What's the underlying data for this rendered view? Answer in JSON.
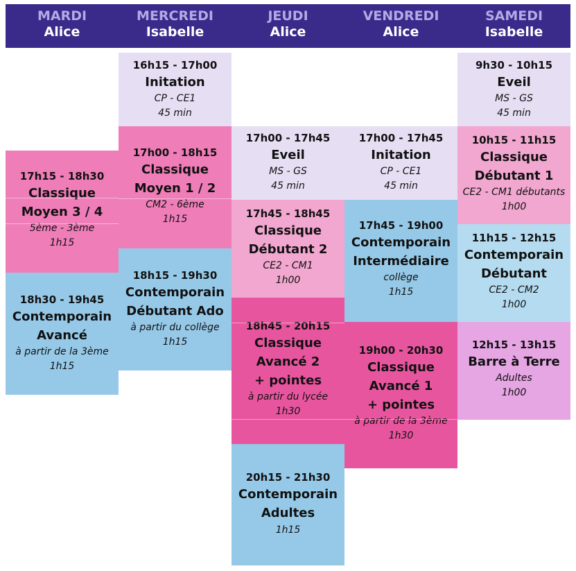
{
  "days": [
    {
      "day": "MARDI",
      "teacher": "Alice"
    },
    {
      "day": "MERCREDI",
      "teacher": "Isabelle"
    },
    {
      "day": "JEUDI",
      "teacher": "Alice"
    },
    {
      "day": "VENDREDI",
      "teacher": "Alice"
    },
    {
      "day": "SAMEDI",
      "teacher": "Isabelle"
    }
  ],
  "mardi": {
    "c1": {
      "time": "17h15 - 18h30",
      "title1": "Classique",
      "title2": "Moyen 3 / 4",
      "level": "5ème - 3ème",
      "duration": "1h15"
    },
    "c2": {
      "time": "18h30 - 19h45",
      "title1": "Contemporain",
      "title2": "Avancé",
      "level": "à partir de la 3ème",
      "duration": "1h15"
    }
  },
  "mercredi": {
    "c1": {
      "time": "16h15 - 17h00",
      "title1": "Initation",
      "level": "CP - CE1",
      "duration": "45 min"
    },
    "c2": {
      "time": "17h00 - 18h15",
      "title1": "Classique",
      "title2": "Moyen 1 / 2",
      "level": "CM2 - 6ème",
      "duration": "1h15"
    },
    "c3": {
      "time": "18h15 - 19h30",
      "title1": "Contemporain",
      "title2": "Débutant Ado",
      "level": "à partir du collège",
      "duration": "1h15"
    }
  },
  "jeudi": {
    "c1": {
      "time": "17h00 - 17h45",
      "title1": "Eveil",
      "level": "MS - GS",
      "duration": "45 min"
    },
    "c2": {
      "time": "17h45 - 18h45",
      "title1": "Classique",
      "title2": "Débutant 2",
      "level": "CE2 - CM1",
      "duration": "1h00"
    },
    "c3": {
      "time": "18h45 - 20h15",
      "title1": "Classique",
      "title2": "Avancé 2",
      "title3": "+ pointes",
      "level": "à partir du lycée",
      "duration": "1h30"
    },
    "c4": {
      "time": "20h15 - 21h30",
      "title1": "Contemporain",
      "title2": "Adultes",
      "duration": "1h15"
    }
  },
  "vendredi": {
    "c1": {
      "time": "17h00 - 17h45",
      "title1": "Initation",
      "level": "CP - CE1",
      "duration": "45 min"
    },
    "c2": {
      "time": "17h45 - 19h00",
      "title1": "Contemporain",
      "title2": "Intermédiaire",
      "level": "collège",
      "duration": "1h15"
    },
    "c3": {
      "time": "19h00 - 20h30",
      "title1": "Classique",
      "title2": "Avancé 1",
      "title3": "+ pointes",
      "level": "à partir de la 3ème",
      "duration": "1h30"
    }
  },
  "samedi": {
    "c1": {
      "time": "9h30 - 10h15",
      "title1": "Eveil",
      "level": "MS - GS",
      "duration": "45 min"
    },
    "c2": {
      "time": "10h15 - 11h15",
      "title1": "Classique",
      "title2": "Débutant 1",
      "level": "CE2 - CM1 débutants",
      "duration": "1h00"
    },
    "c3": {
      "time": "11h15 - 12h15",
      "title1": "Contemporain",
      "title2": "Débutant",
      "level": "CE2 - CM2",
      "duration": "1h00"
    },
    "c4": {
      "time": "12h15 - 13h15",
      "title1": "Barre à Terre",
      "level": "Adultes",
      "duration": "1h00"
    }
  }
}
